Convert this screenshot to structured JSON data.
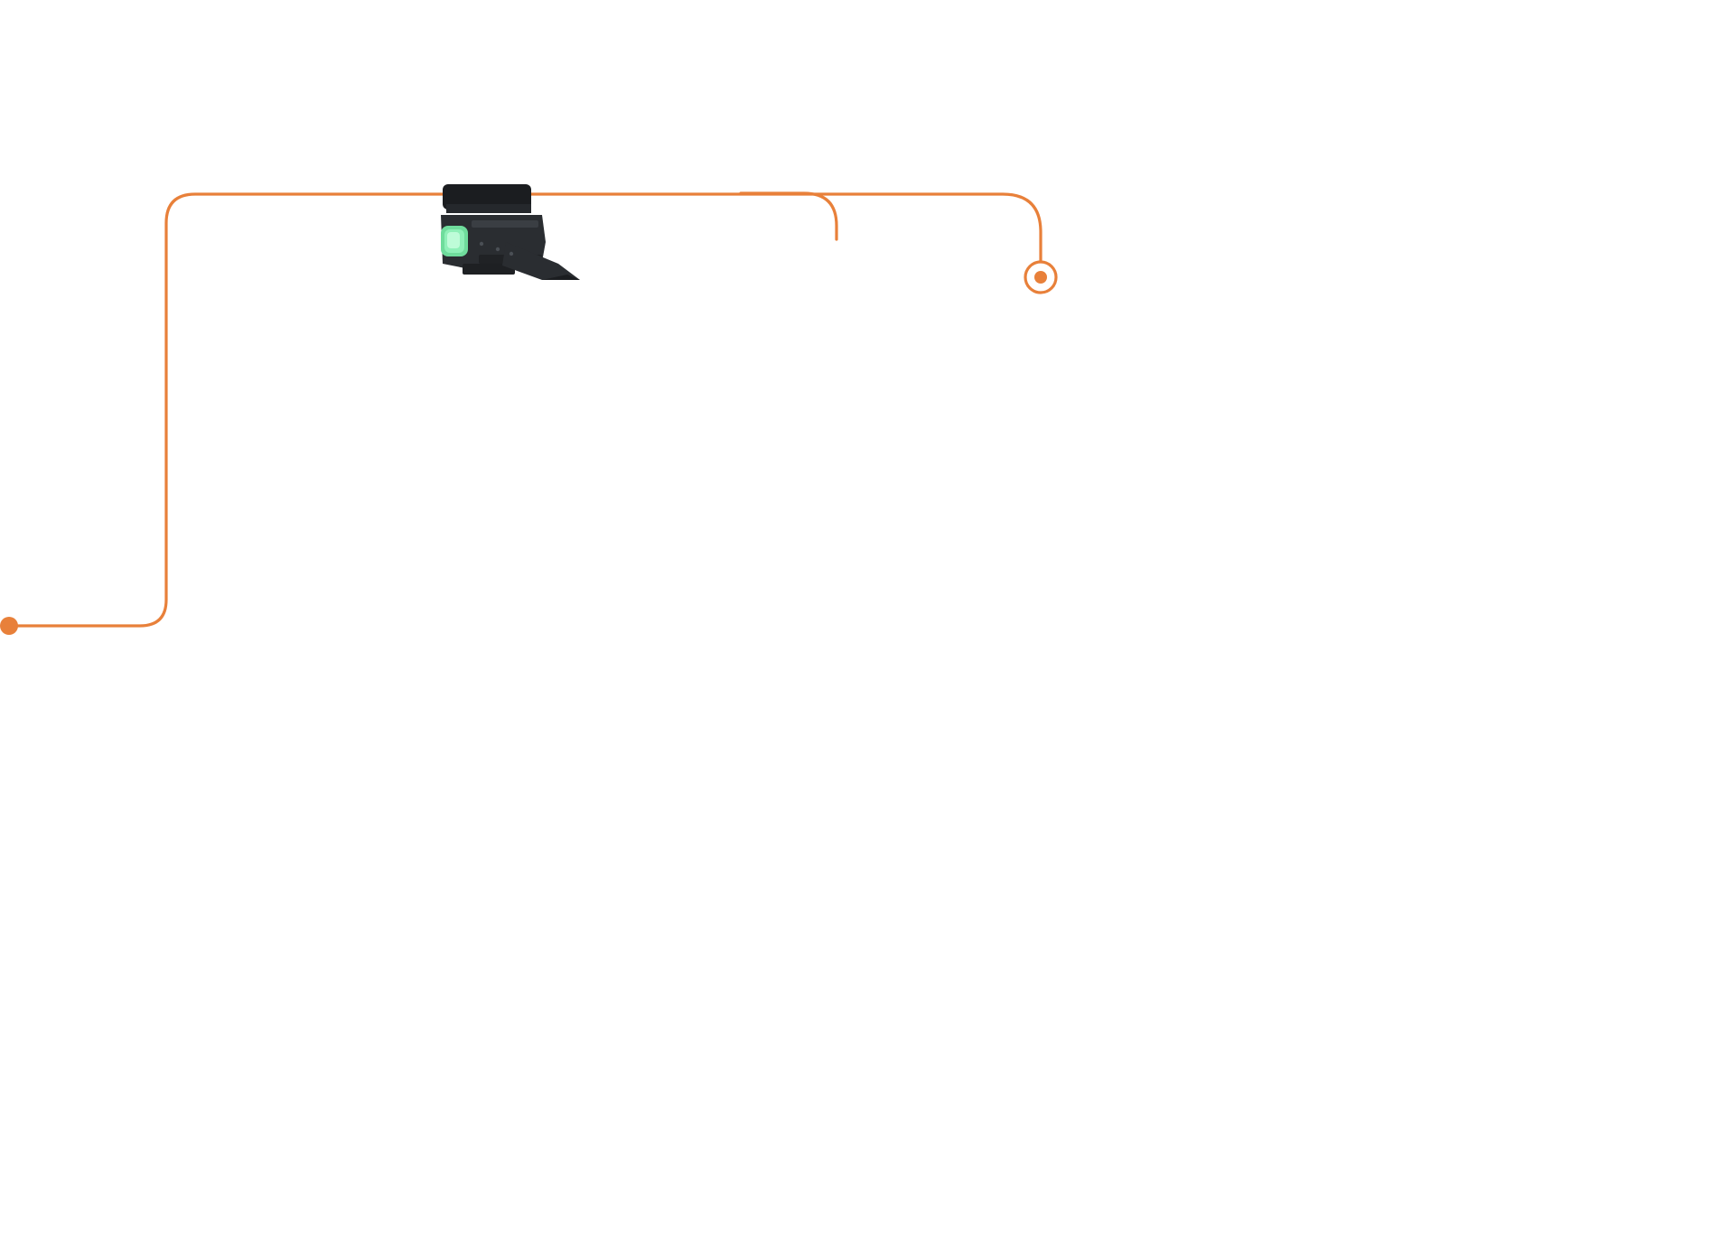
{
  "diagram": {
    "background_color": "#ffffff",
    "connector_color": "#e8803a",
    "device_body_color": "#2a2d31",
    "device_shadow_color": "#1b1d20",
    "indicator_light_color": "#8ff0b8",
    "connectors": [
      {
        "name": "left-connector-line",
        "start_marker": "filled-dot"
      },
      {
        "name": "middle-connector-line",
        "start_marker": "none"
      },
      {
        "name": "right-connector-line",
        "end_marker": "ring-target"
      }
    ],
    "icons": [
      "filled-dot-icon",
      "ring-target-icon",
      "device-sensor-icon",
      "status-light-icon"
    ]
  }
}
